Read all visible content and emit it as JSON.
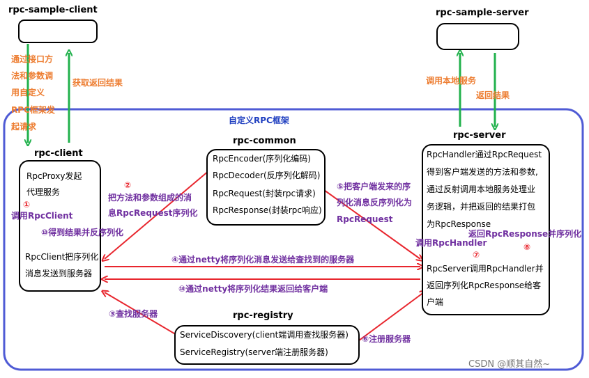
{
  "nodes": {
    "sample_client": "rpc-sample-client",
    "sample_server": "rpc-sample-server",
    "rpc_client": "rpc-client",
    "rpc_common": "rpc-common",
    "rpc_server": "rpc-server",
    "rpc_registry": "rpc-registry"
  },
  "framework_label": "自定义RPC框架",
  "client_box": {
    "line1": "RpcProxy发起",
    "line2": "代理服务",
    "line3": "RpcClient把序列化",
    "line4": "消息发送到服务器"
  },
  "common_box": {
    "line1": "RpcEncoder(序列化编码)",
    "line2": "RpcDecoder(反序列化解码)",
    "line3": "RpcRequest(封装rpc请求)",
    "line4": "RpcResponse(封装rpc响应)"
  },
  "server_box": {
    "line1": "RpcHandler通过RpcRequest",
    "line2": "得到客户端发送的方法和参数,",
    "line3": "通过反射调用本地服务处理业",
    "line4": "务逻辑，并把返回的结果打包",
    "line5": "为RpcResponse",
    "line6": "RpcServer调用RpcHandler并",
    "line7": "返回序列化RpcResponse给客",
    "line8": "户端"
  },
  "registry_box": {
    "line1": "ServiceDiscovery(client端调用查找服务器)",
    "line2": "ServiceRegistry(server端注册服务器)"
  },
  "labels": {
    "call_custom_a": "通过接口方",
    "call_custom_b": "法和参数调",
    "call_custom_c": "用自定义",
    "call_custom_d": "RPC框架发",
    "call_custom_e": "起请求",
    "get_result": "获取返回结果",
    "call_local": "调用本地服务",
    "return_result": "返回结果",
    "step1_num": "①",
    "step1_text": "调用RpcClient",
    "step10a": "⑩得到结果并反序列化",
    "step2_num": "②",
    "step2_line1": "把方法和参数组成的消",
    "step2_line2": "息RpcRequest序列化",
    "step5_line1": "⑤把客户端发来的序",
    "step5_line2": "列化消息反序列化为",
    "step5_line3": "RpcRequest",
    "step4": "④通过netty将序列化消息发送给查找到的服务器",
    "step10b": "⑩通过netty将序列化结果返回给客户端",
    "step3": "③查找服务器",
    "step6": "⑥注册服务器",
    "step7_text": "调用RpcHandler",
    "step7_num": "⑦",
    "step8_text": "返回RpcResponse并序列化",
    "step8_num": "⑧"
  },
  "watermark": "CSDN @顺其自然~"
}
